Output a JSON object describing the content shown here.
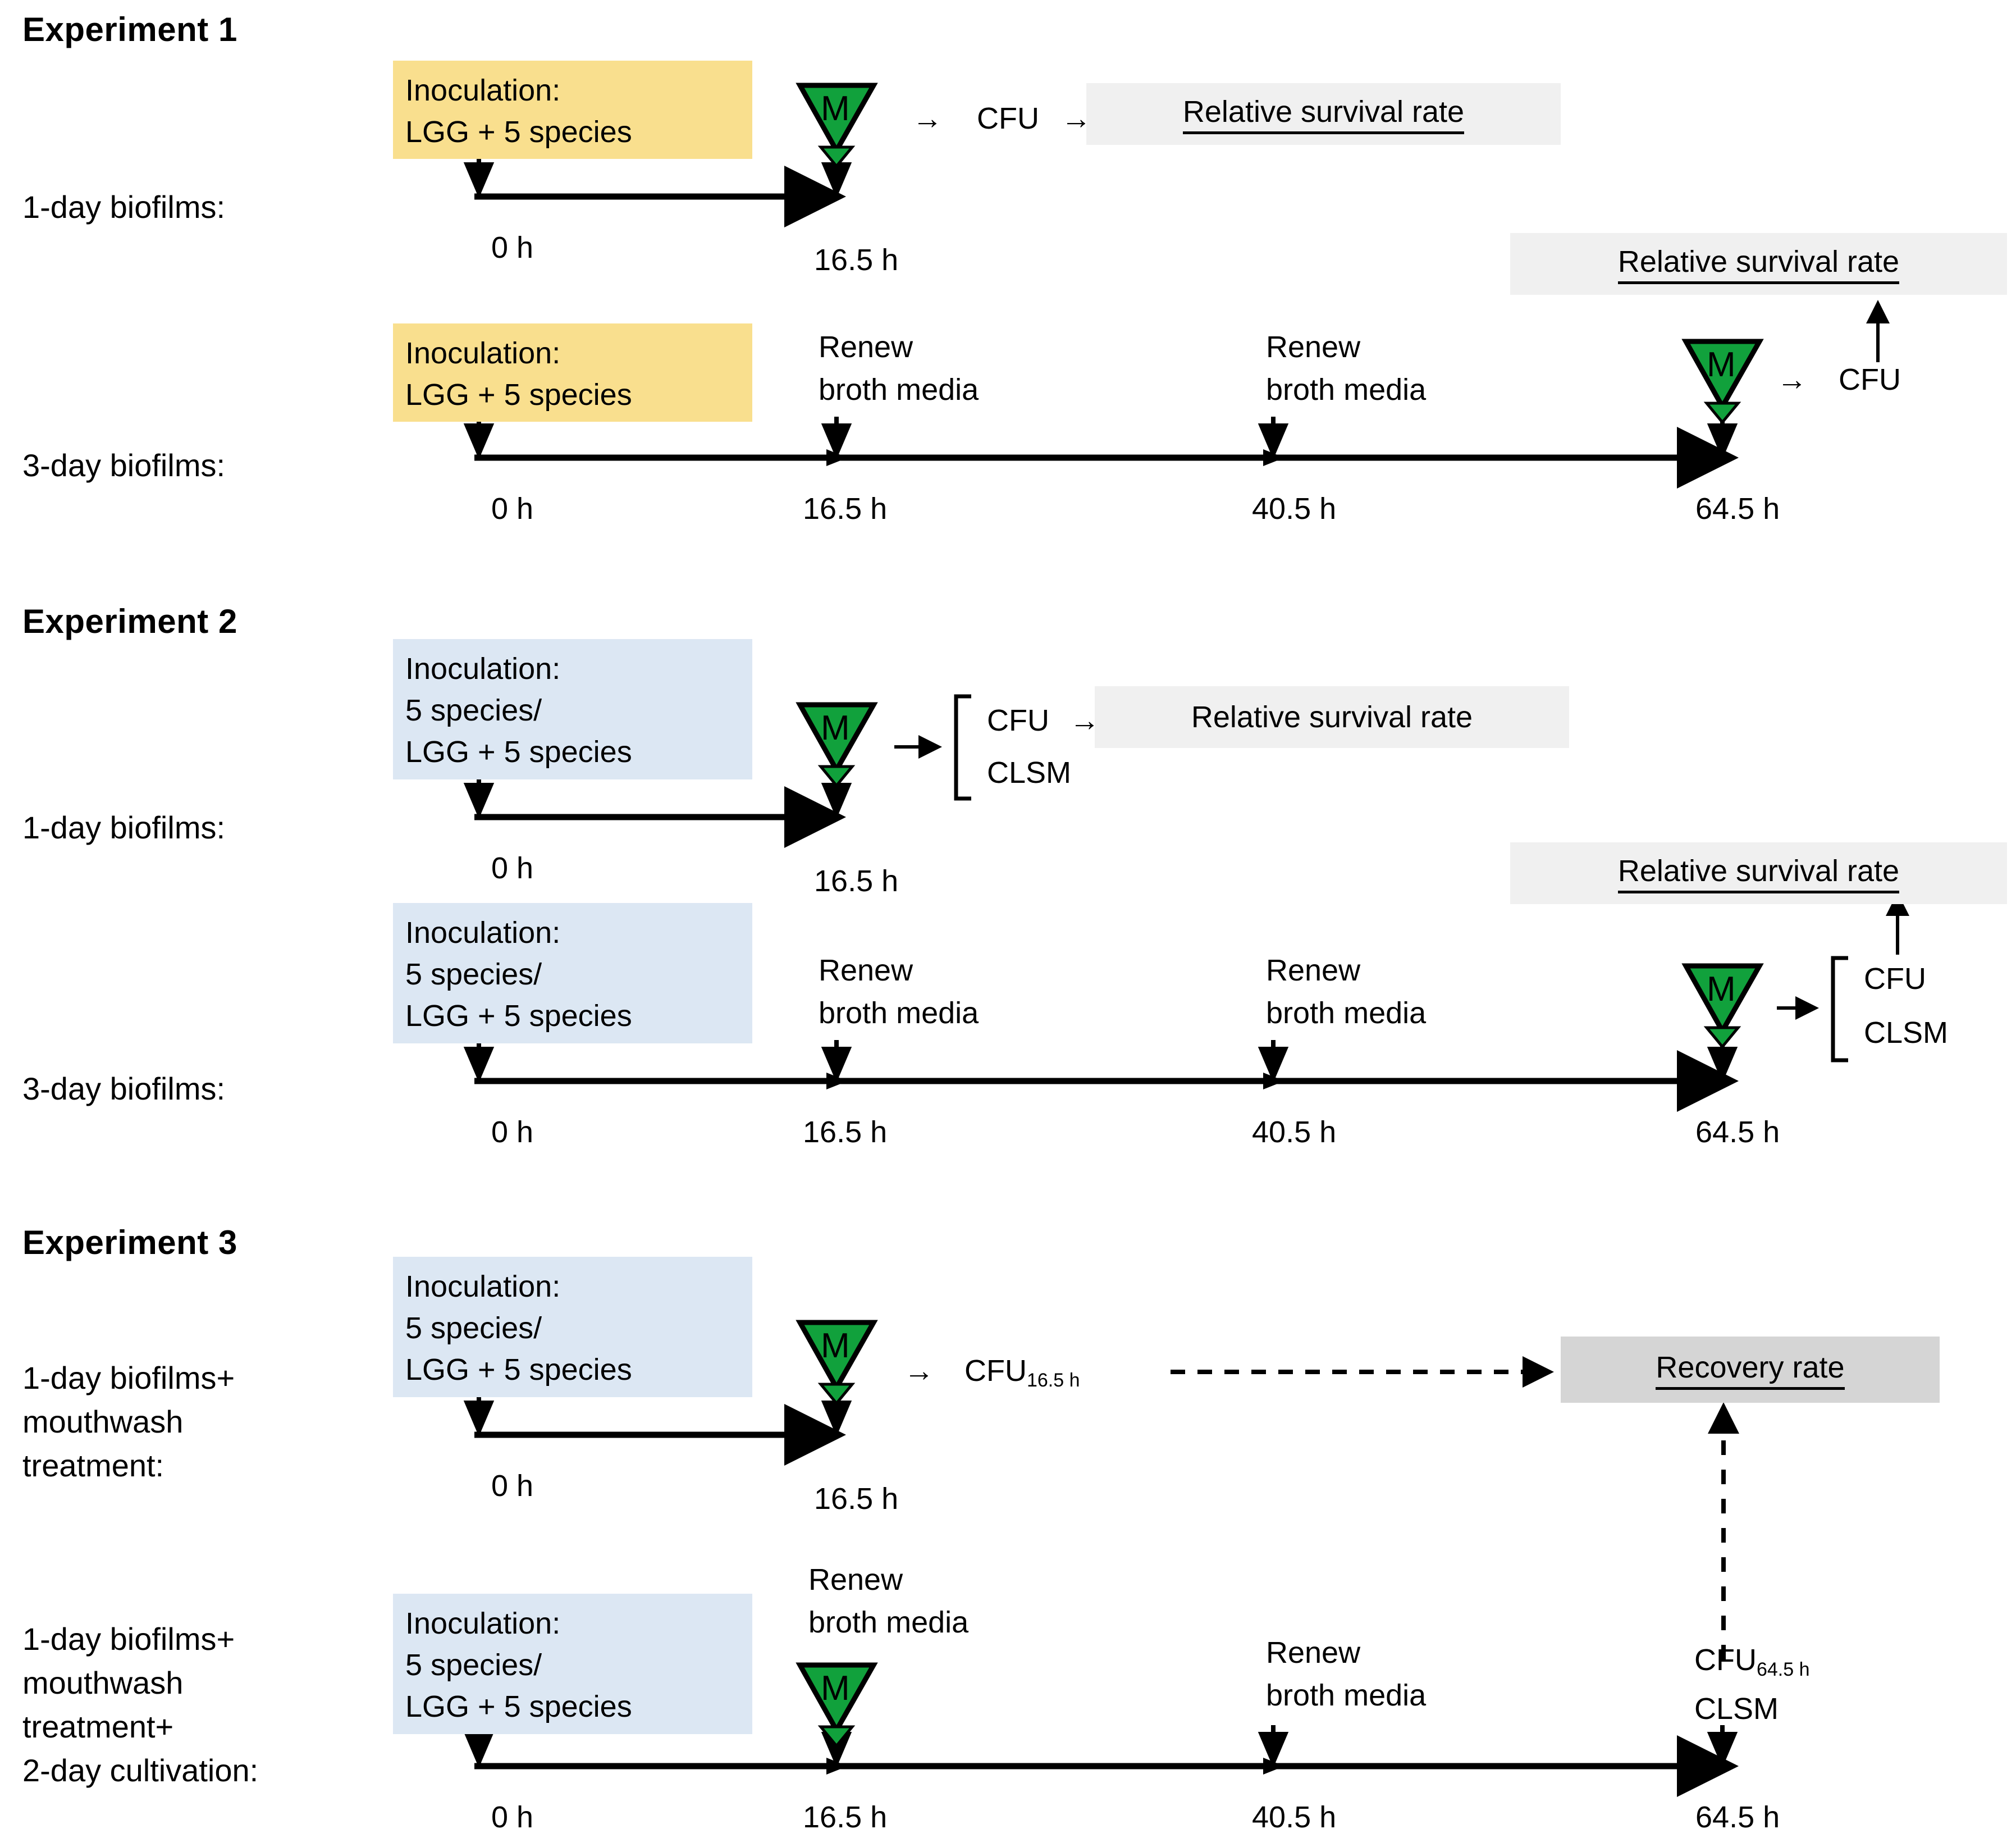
{
  "experiments": [
    {
      "title": "Experiment 1",
      "rows": [
        {
          "label": "1-day biofilms:",
          "inoculation": "Inoculation:\nLGG + 5 species",
          "box_color": "#F9DF8E",
          "timepoints": [
            "0 h",
            "16.5 h"
          ],
          "events": [],
          "mouthwash_marker": "M",
          "assays": [
            "CFU"
          ],
          "outcome": "Relative survival rate"
        },
        {
          "label": "3-day biofilms:",
          "inoculation": "Inoculation:\nLGG + 5 species",
          "box_color": "#F9DF8E",
          "timepoints": [
            "0 h",
            "16.5 h",
            "40.5 h",
            "64.5 h"
          ],
          "events": [
            "Renew\nbroth media",
            "Renew\nbroth media"
          ],
          "mouthwash_marker": "M",
          "assays": [
            "CFU"
          ],
          "outcome": "Relative survival rate"
        }
      ]
    },
    {
      "title": "Experiment 2",
      "rows": [
        {
          "label": "1-day biofilms:",
          "inoculation": "Inoculation:\n5 species/\nLGG + 5 species",
          "box_color": "#DCE7F3",
          "timepoints": [
            "0 h",
            "16.5 h"
          ],
          "events": [],
          "mouthwash_marker": "M",
          "assays": [
            "CFU",
            "CLSM"
          ],
          "outcome": "Relative survival rate"
        },
        {
          "label": "3-day biofilms:",
          "inoculation": "Inoculation:\n5 species/\nLGG + 5 species",
          "box_color": "#DCE7F3",
          "timepoints": [
            "0 h",
            "16.5 h",
            "40.5 h",
            "64.5 h"
          ],
          "events": [
            "Renew\nbroth media",
            "Renew\nbroth media"
          ],
          "mouthwash_marker": "M",
          "assays": [
            "CFU",
            "CLSM"
          ],
          "outcome": "Relative survival rate"
        }
      ]
    },
    {
      "title": "Experiment 3",
      "rows": [
        {
          "label": "1-day biofilms+\nmouthwash\ntreatment:",
          "inoculation": "Inoculation:\n5 species/\nLGG + 5 species",
          "box_color": "#DCE7F3",
          "timepoints": [
            "0 h",
            "16.5 h"
          ],
          "events": [],
          "mouthwash_marker": "M",
          "assays": [
            "CFU16.5 h"
          ],
          "outcome": "Recovery rate"
        },
        {
          "label": "1-day biofilms+\nmouthwash\ntreatment+\n2-day cultivation:",
          "inoculation": "Inoculation:\n5 species/\nLGG + 5 species",
          "box_color": "#DCE7F3",
          "timepoints": [
            "0 h",
            "16.5 h",
            "40.5 h",
            "64.5 h"
          ],
          "events": [
            "Renew\nbroth media",
            "Renew\nbroth media"
          ],
          "mouthwash_marker": "M",
          "assays": [
            "CFU64.5 h",
            "CLSM"
          ],
          "outcome": "Recovery rate"
        }
      ]
    }
  ],
  "labels": {
    "exp1_title": "Experiment 1",
    "exp2_title": "Experiment 2",
    "exp3_title": "Experiment 3",
    "row_1day": "1-day biofilms:",
    "row_3day": "3-day biofilms:",
    "row_exp3_a": "1-day biofilms+\nmouthwash\ntreatment:",
    "row_exp3_b": "1-day biofilms+\nmouthwash\ntreatment+\n2-day cultivation:",
    "inoc_lgg": "Inoculation:\nLGG + 5 species",
    "inoc_five": "Inoculation:\n5 species/\nLGG + 5 species",
    "renew": "Renew\nbroth media",
    "t0": "0 h",
    "t16": "16.5 h",
    "t40": "40.5 h",
    "t64": "64.5 h",
    "cfu": "CFU",
    "clsm": "CLSM",
    "relative_survival_rate": "Relative survival rate",
    "recovery_rate": "Recovery rate",
    "mouthwash_icon_letter": "M",
    "arrow_right": "→",
    "arrow_up": "↑",
    "cfu_base": "CFU",
    "cfu_sub_165": "16.5 h",
    "cfu_sub_645": "64.5 h"
  },
  "colors": {
    "inoc_yellow": "#F9DF8E",
    "inoc_blue": "#DCE7F3",
    "outcome_light_gray": "#F0F0F0",
    "outcome_dark_gray": "#D5D5D5",
    "mouthwash_green": "#11A13C",
    "line_black": "#000000"
  }
}
